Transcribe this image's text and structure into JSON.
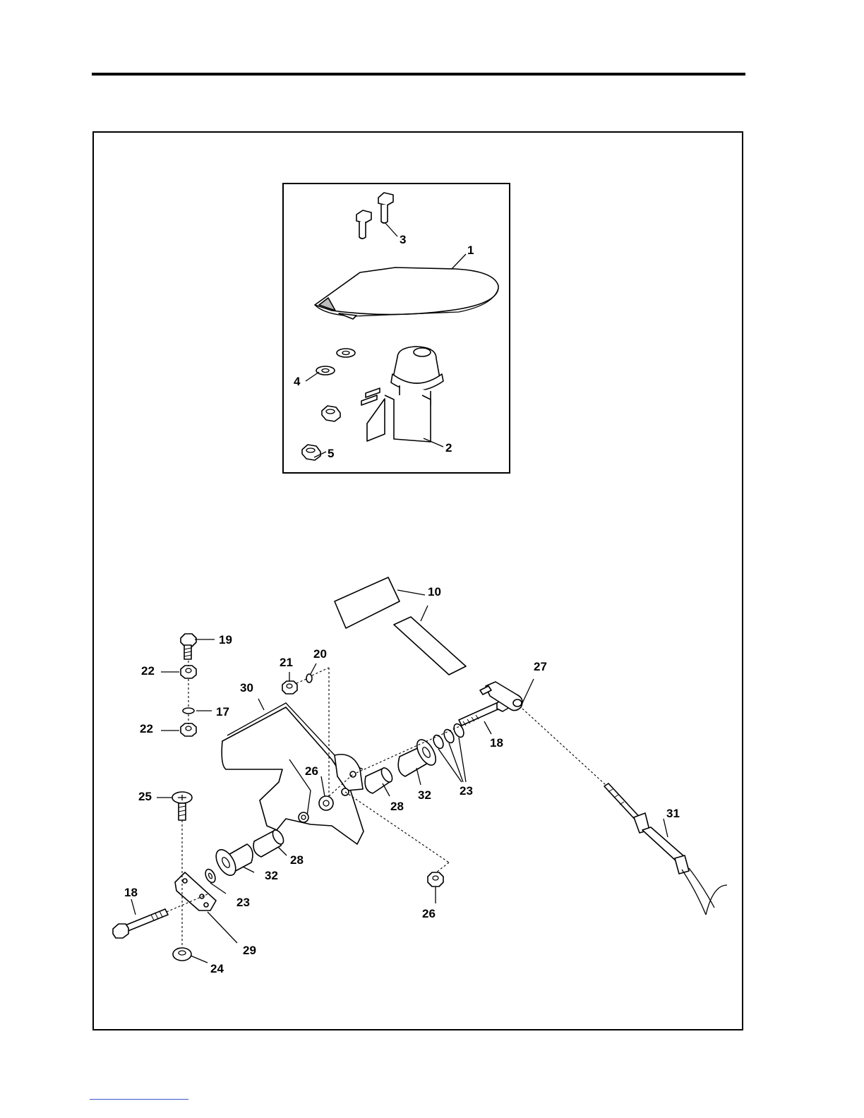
{
  "callouts": [
    {
      "id": "c1",
      "text": "1"
    },
    {
      "id": "c2",
      "text": "2"
    },
    {
      "id": "c3",
      "text": "3"
    },
    {
      "id": "c4",
      "text": "4"
    },
    {
      "id": "c5",
      "text": "5"
    },
    {
      "id": "c10",
      "text": "10"
    },
    {
      "id": "c17",
      "text": "17"
    },
    {
      "id": "c18a",
      "text": "18"
    },
    {
      "id": "c18b",
      "text": "18"
    },
    {
      "id": "c19",
      "text": "19"
    },
    {
      "id": "c20",
      "text": "20"
    },
    {
      "id": "c21",
      "text": "21"
    },
    {
      "id": "c22a",
      "text": "22"
    },
    {
      "id": "c22b",
      "text": "22"
    },
    {
      "id": "c23a",
      "text": "23"
    },
    {
      "id": "c23b",
      "text": "23"
    },
    {
      "id": "c24",
      "text": "24"
    },
    {
      "id": "c25",
      "text": "25"
    },
    {
      "id": "c26a",
      "text": "26"
    },
    {
      "id": "c26b",
      "text": "26"
    },
    {
      "id": "c27",
      "text": "27"
    },
    {
      "id": "c28a",
      "text": "28"
    },
    {
      "id": "c28b",
      "text": "28"
    },
    {
      "id": "c29",
      "text": "29"
    },
    {
      "id": "c30",
      "text": "30"
    },
    {
      "id": "c31",
      "text": "31"
    },
    {
      "id": "c32a",
      "text": "32"
    },
    {
      "id": "c32b",
      "text": "32"
    }
  ]
}
